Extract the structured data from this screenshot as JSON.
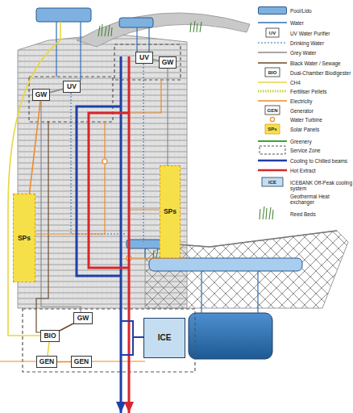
{
  "diagram": {
    "nodes": [
      {
        "text": [
          "UV"
        ]
      },
      {
        "text": [
          "GW"
        ]
      },
      {
        "text": [
          "UV"
        ]
      },
      {
        "text": [
          "GW"
        ]
      },
      {
        "text": [
          "SPs"
        ]
      },
      {
        "text": [
          "SPs"
        ]
      },
      {
        "text": [
          "GW"
        ]
      },
      {
        "text": [
          "BIO"
        ]
      },
      {
        "text": [
          "GEN"
        ]
      },
      {
        "text": [
          "GEN"
        ]
      },
      {
        "text": [
          "ICE"
        ]
      }
    ],
    "edges": [
      {
        "from": 1,
        "to": 0,
        "arrow": "none"
      },
      {
        "from": 3,
        "to": 2,
        "arrow": "none"
      },
      {
        "from": 4,
        "to": 3,
        "arrow": "none"
      },
      {
        "from": 6,
        "to": 7,
        "arrow": "none"
      },
      {
        "from": 7,
        "to": 8,
        "arrow": "none"
      },
      {
        "from": 8,
        "to": 9,
        "arrow": "none"
      }
    ],
    "labels": [
      "UV",
      "BIO",
      "GEN",
      "SPs",
      "ICE"
    ],
    "legend": [
      {
        "text": "Pool/Lido",
        "color": "#7fb1e0"
      },
      {
        "text": "Water"
      },
      {
        "text": "UV Water Purifier"
      },
      {
        "text": "Drinking Water"
      },
      {
        "text": "Grey Water"
      },
      {
        "text": "Black Water / Sewage"
      },
      {
        "text": "Dual-Chamber Biodigester"
      },
      {
        "text": "CH4"
      },
      {
        "text": "Fertiliser Pellets"
      },
      {
        "text": "Electricity"
      },
      {
        "text": "Generator"
      },
      {
        "text": "Water Turbine"
      },
      {
        "text": "Solar Panels"
      },
      {
        "text": "Greenery"
      },
      {
        "text": "Service Zone"
      },
      {
        "text": "Cooling to Chilled beams"
      },
      {
        "text": "Hot Extract"
      },
      {
        "text": "ICEBANK Off-Peak cooling system"
      },
      {
        "text": "Geothermal Heat exchanger"
      },
      {
        "text": "Reed Beds"
      }
    ]
  }
}
